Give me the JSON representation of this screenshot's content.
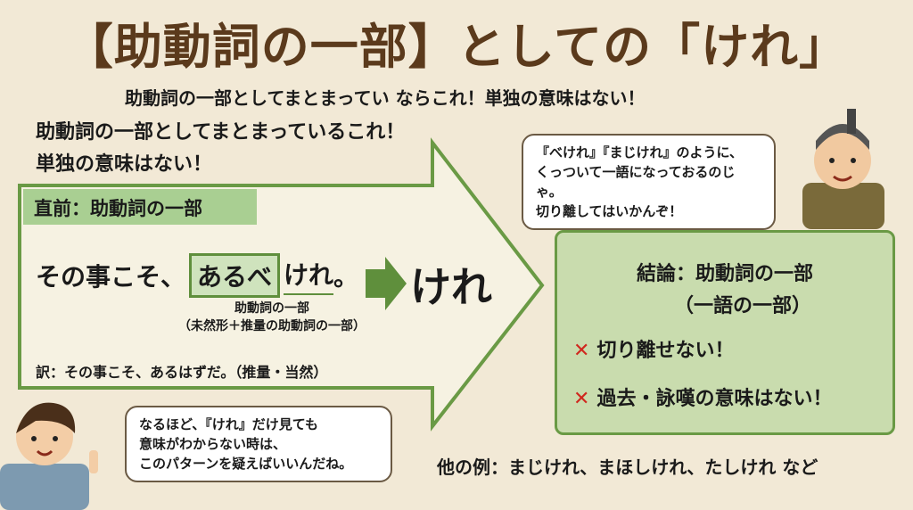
{
  "title": "【助動詞の一部】としての「けれ」",
  "subtitle": "助動詞の一部としてまとまってい ならこれ！単独の意味はない！",
  "lead": [
    "助動詞の一部としてまとまっているこれ！",
    "単独の意味はない！"
  ],
  "arrow_box": {
    "label": "直前：助動詞の一部",
    "sentence_pre": "その事こそ、",
    "sentence_boxed": "あるべ",
    "sentence_under": "けれ",
    "sentence_end": "。",
    "result": "けれ",
    "note_lines": [
      "助動詞の一部",
      "（未然形＋推量の助動詞の一部）"
    ],
    "translation": "訳：その事こそ、あるはずだ。（推量・当然）"
  },
  "teacher_bubble": [
    "『べけれ』『まじけれ』のように、",
    "くっついて一語になっておるのじゃ。",
    "切り離してはいかんぞ！"
  ],
  "conclusion": {
    "title": "結論：助動詞の一部",
    "subtitle": "（一語の一部）",
    "items": [
      {
        "mark": "✕",
        "text": "切り離せない！"
      },
      {
        "mark": "✕",
        "text": "過去・詠嘆の意味はない！"
      }
    ]
  },
  "student_bubble": [
    "なるほど、『けれ』だけ見ても",
    "意味がわからない時は、",
    "このパターンを疑えばいいんだね。"
  ],
  "other_examples": "他の例：まじけれ、まほしけれ、たしけれ など",
  "colors": {
    "title": "#5b3a1c",
    "green": "#6a9a45",
    "light_green": "#c9dcae",
    "red": "#d0281e"
  }
}
